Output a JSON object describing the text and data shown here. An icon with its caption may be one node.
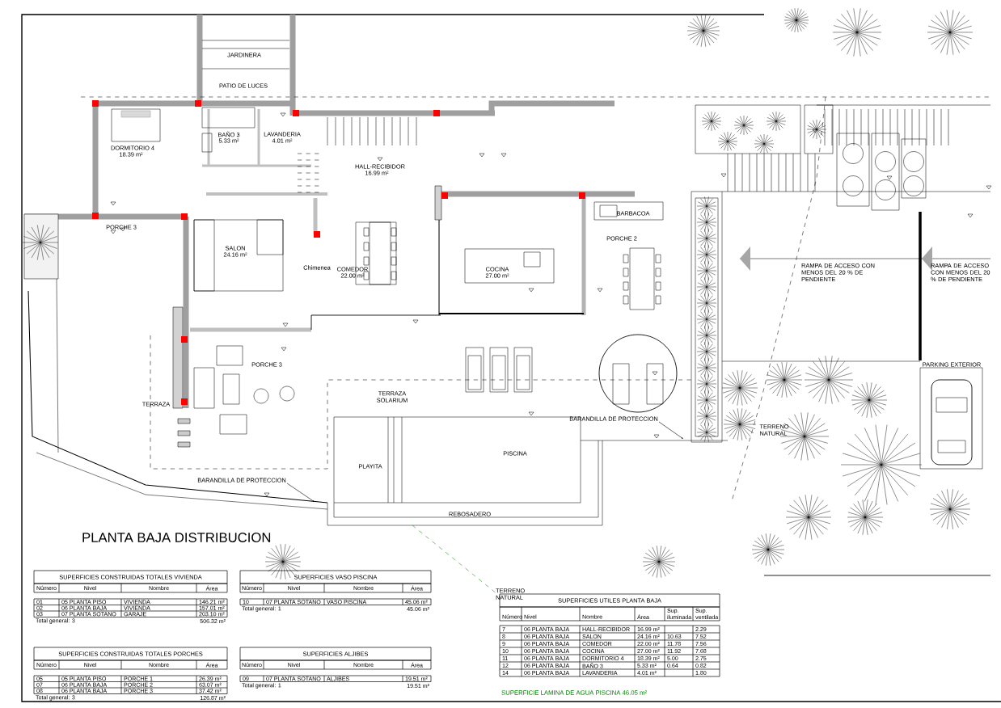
{
  "diagram": {
    "nodes": [
      {
        "text": [
          "BARANDILLA DE PROTECCION"
        ]
      },
      {
        "text": [
          "BARANDILLA DE PROTECCION"
        ]
      }
    ],
    "edges": [
      {
        "from": 0,
        "to": null,
        "arrow": "to"
      },
      {
        "from": 1,
        "to": null,
        "arrow": "to"
      }
    ],
    "labels": [
      "JARDINERA",
      "PATIO DE LUCES",
      "BAÑO 3",
      "LAVANDERIA",
      "5.33 m²",
      "4.01 m²",
      "DORMITORIO 4",
      "18.39 m²",
      "HALL-RECIBIDOR",
      "16.99 m²",
      "BARBACOA",
      "PORCHE 3",
      "PORCHE 2",
      "SALON",
      "24.16 m²",
      "Chimenea",
      "COMEDOR",
      "COCINA",
      "RAMPA DE ACCESO CON MENOS DEL 20 % DE PENDIENTE",
      "RAMPA DE ACCESO CON MENOS DEL 20 % DE PENDIENTE",
      "22.00 m²",
      "27.00 m²",
      "PORCHE 3",
      "PARKING EXTERIOR",
      "TERRAZA",
      "TERRAZA SOLARIUM",
      "TERRENO NATURAL",
      "PISCINA",
      "PLAYITA",
      "REBOSADERO",
      "PLANTA BAJA DISTRIBUCION",
      "TERRENO NATURAL",
      "SUPERFICIE LAMINA DE AGUA PISCINA 46.05 m²",
      "SUPERFICIES CONSTRUIDAS TOTALES VIVIENDA",
      "Número",
      "Nivel",
      "Nombre",
      "Área",
      "01",
      "05 PLANTA PISO",
      "VIVIENDA",
      "146.21 m²",
      "02",
      "06 PLANTA BAJA",
      "VIVIENDA",
      "157.01 m²",
      "03",
      "07 PLANTA SOTANO",
      "GARAJE",
      "203.10 m²",
      "Total general: 3",
      "506.32 m²",
      "SUPERFICIES VASO PISCINA",
      "Número",
      "Nivel",
      "Nombre",
      "Área",
      "10",
      "07 PLANTA SOTANO",
      "VASO PISCINA",
      "45.06 m²",
      "Total general: 1",
      "45.06 m²",
      "SUPERFICIES CONSTRUIDAS TOTALES PORCHES",
      "Número",
      "Nivel",
      "Nombre",
      "Área",
      "05",
      "05 PLANTA PISO",
      "PORCHE 1",
      "26.39 m²",
      "07",
      "06 PLANTA BAJA",
      "PORCHE 2",
      "63.07 m²",
      "08",
      "06 PLANTA BAJA",
      "PORCHE 3",
      "37.42 m²",
      "Total general: 3",
      "126.87 m²",
      "SUPERFICIES ALJIBES",
      "Número",
      "Nivel",
      "Nombre",
      "Área",
      "09",
      "07 PLANTA SOTANO",
      "ALJIBES",
      "19.51 m²",
      "Total general: 1",
      "19.51 m²",
      "SUPERFICIES UTILES PLANTA BAJA",
      "Número",
      "Nivel",
      "Nombre",
      "Área",
      "Sup. iluminada",
      "Sup. ventilada",
      "7",
      "06 PLANTA BAJA",
      "HALL-RECIBIDOR",
      "16.99 m²",
      "2.29",
      "8",
      "06 PLANTA BAJA",
      "SALON",
      "24.16 m²",
      "10.63",
      "7.52",
      "9",
      "06 PLANTA BAJA",
      "COMEDOR",
      "22.00 m²",
      "11.78",
      "7.56",
      "10",
      "06 PLANTA BAJA",
      "COCINA",
      "27.00 m²",
      "11.92",
      "7.68",
      "11",
      "06 PLANTA BAJA",
      "DORMITORIO 4",
      "18.39 m²",
      "5.00",
      "2.75",
      "12",
      "06 PLANTA BAJA",
      "BAÑO 3",
      "5.33 m²",
      "0.64",
      "0.82",
      "14",
      "06 PLANTA BAJA",
      "LAVANDERIA",
      "4.01 m²",
      "1.80"
    ]
  }
}
